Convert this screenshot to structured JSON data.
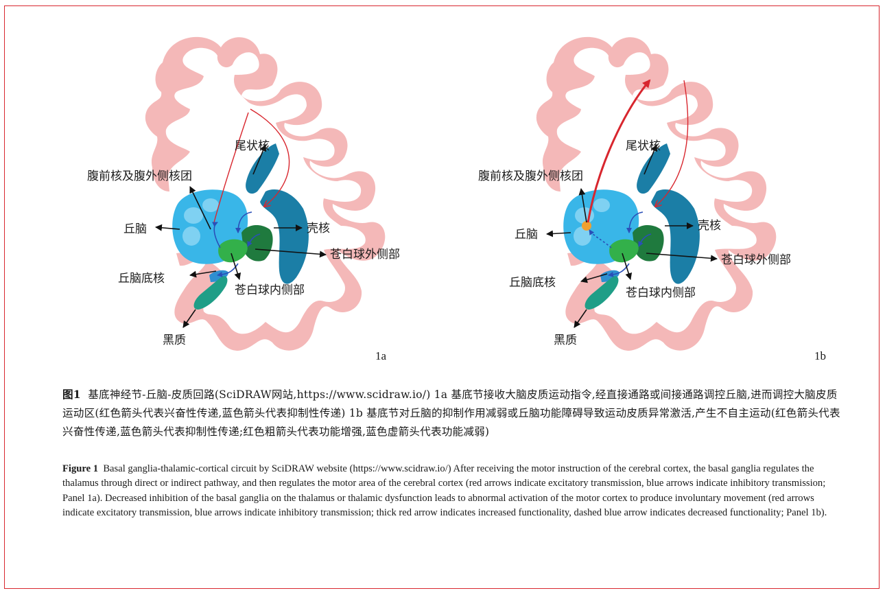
{
  "figure": {
    "panel_a": {
      "id": "1a",
      "labels": {
        "caudate": "尾状核",
        "va_vl": "腹前核及腹外侧核团",
        "thalamus": "丘脑",
        "putamen": "壳核",
        "gpe": "苍白球外侧部",
        "stn": "丘脑底核",
        "gpi": "苍白球内侧部",
        "sn": "黑质"
      }
    },
    "panel_b": {
      "id": "1b",
      "labels": {
        "caudate": "尾状核",
        "va_vl": "腹前核及腹外侧核团",
        "thalamus": "丘脑",
        "putamen": "壳核",
        "gpe": "苍白球外侧部",
        "stn": "丘脑底核",
        "gpi": "苍白球内侧部",
        "sn": "黑质"
      }
    }
  },
  "caption_zh": {
    "fig_no": "图1",
    "text": "基底神经节-丘脑-皮质回路(SciDRAW网站,https://www.scidraw.io/) 1a 基底节接收大脑皮质运动指令,经直接通路或间接通路调控丘脑,进而调控大脑皮质运动区(红色箭头代表兴奋性传递,蓝色箭头代表抑制性传递) 1b 基底节对丘脑的抑制作用减弱或丘脑功能障碍导致运动皮质异常激活,产生不自主运动(红色箭头代表兴奋性传递,蓝色箭头代表抑制性传递;红色粗箭头代表功能增强,蓝色虚箭头代表功能减弱)"
  },
  "caption_en": {
    "fig_no": "Figure 1",
    "text": "Basal ganglia-thalamic-cortical circuit by SciDRAW website (https://www.scidraw.io/) After receiving the motor instruction of the cerebral cortex, the basal ganglia regulates the thalamus through direct or indirect pathway, and then regulates the motor area of the cerebral cortex (red arrows indicate excitatory transmission, blue arrows indicate inhibitory transmission; Panel 1a). Decreased inhibition of the basal ganglia on the thalamus or thalamic dysfunction leads to abnormal activation of the motor cortex to produce involuntary movement (red arrows indicate excitatory transmission, blue arrows indicate inhibitory transmission; thick red arrow indicates increased functionality, dashed blue arrow indicates decreased functionality; Panel 1b)."
  },
  "colors": {
    "frame": "#d8262e",
    "cortex": "#f4b8b8",
    "thalamus": "#39b6e8",
    "caudate_putamen": "#1b7ea6",
    "gpe": "#1f7a3e",
    "gpi": "#33b04a",
    "stn": "#2f8fd1",
    "sn": "#1f9e87",
    "excitatory": "#d8262e",
    "inhibitory": "#2a4fb8"
  }
}
